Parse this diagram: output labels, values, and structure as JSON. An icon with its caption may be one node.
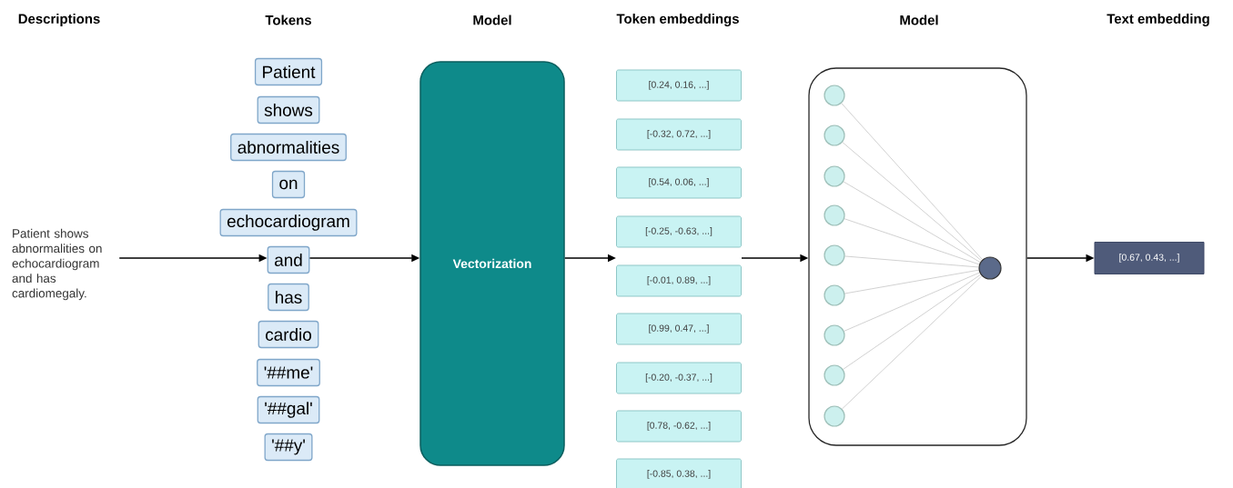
{
  "diagram": {
    "nodes": [
      {
        "text": [
          "Patient shows abnormalities on echocardiogram and has cardiomegaly."
        ]
      },
      {
        "text": [
          "Patient"
        ]
      },
      {
        "text": [
          "shows"
        ]
      },
      {
        "text": [
          "abnormalities"
        ]
      },
      {
        "text": [
          "on"
        ]
      },
      {
        "text": [
          "echocardiogram"
        ]
      },
      {
        "text": [
          "and"
        ]
      },
      {
        "text": [
          "has"
        ]
      },
      {
        "text": [
          "cardio"
        ]
      },
      {
        "text": [
          "'##me'"
        ]
      },
      {
        "text": [
          "'##gal'"
        ]
      },
      {
        "text": [
          "'##y'"
        ]
      },
      {
        "text": [
          "Vectorization"
        ]
      },
      {
        "text": [
          "[0.24, 0.16, ...]"
        ]
      },
      {
        "text": [
          "[-0.32, 0.72, ...]"
        ]
      },
      {
        "text": [
          "[0.54, 0.06, ...]"
        ]
      },
      {
        "text": [
          "[-0.25, -0.63, ...]"
        ]
      },
      {
        "text": [
          "[-0.01, 0.89, ...]"
        ]
      },
      {
        "text": [
          "[0.99, 0.47, ...]"
        ]
      },
      {
        "text": [
          "[-0.20, -0.37, ...]"
        ]
      },
      {
        "text": [
          "[0.78, -0.62, ...]"
        ]
      },
      {
        "text": [
          "[-0.85, 0.38, ...]"
        ]
      },
      {
        "text": [],
        "shape": "box"
      },
      {
        "text": [],
        "shape": "circle",
        "in": 22
      },
      {
        "text": [],
        "shape": "circle",
        "in": 22
      },
      {
        "text": [],
        "shape": "circle",
        "in": 22
      },
      {
        "text": [],
        "shape": "circle",
        "in": 22
      },
      {
        "text": [],
        "shape": "circle",
        "in": 22
      },
      {
        "text": [],
        "shape": "circle",
        "in": 22
      },
      {
        "text": [],
        "shape": "circle",
        "in": 22
      },
      {
        "text": [],
        "shape": "circle",
        "in": 22
      },
      {
        "text": [],
        "shape": "circle",
        "in": 22
      },
      {
        "text": [],
        "shape": "circle",
        "in": 22
      },
      {
        "text": [
          "[0.67, 0.43, ...]"
        ]
      }
    ],
    "edges": [
      {
        "from": 0,
        "to": 6,
        "arrow": "to",
        "color": "#000000"
      },
      {
        "from": 6,
        "to": 12,
        "arrow": "to",
        "color": "#000000"
      },
      {
        "from": 12,
        "to": 17,
        "arrow": "to",
        "color": "#000000"
      },
      {
        "from": 17,
        "to": 22,
        "arrow": "to",
        "color": "#000000"
      },
      {
        "from": 22,
        "to": 33,
        "arrow": "to",
        "color": "#000000"
      },
      {
        "from": 23,
        "to": 32,
        "arrow": "none"
      },
      {
        "from": 24,
        "to": 32,
        "arrow": "none"
      },
      {
        "from": 25,
        "to": 32,
        "arrow": "none"
      },
      {
        "from": 26,
        "to": 32,
        "arrow": "none"
      },
      {
        "from": 27,
        "to": 32,
        "arrow": "none"
      },
      {
        "from": 28,
        "to": 32,
        "arrow": "none"
      },
      {
        "from": 29,
        "to": 32,
        "arrow": "none"
      },
      {
        "from": 30,
        "to": 32,
        "arrow": "none"
      },
      {
        "from": 31,
        "to": 32,
        "arrow": "none"
      }
    ],
    "labels": [
      "Descriptions",
      "Tokens",
      "Model",
      "Token embeddings",
      "Model",
      "Text embedding"
    ]
  }
}
